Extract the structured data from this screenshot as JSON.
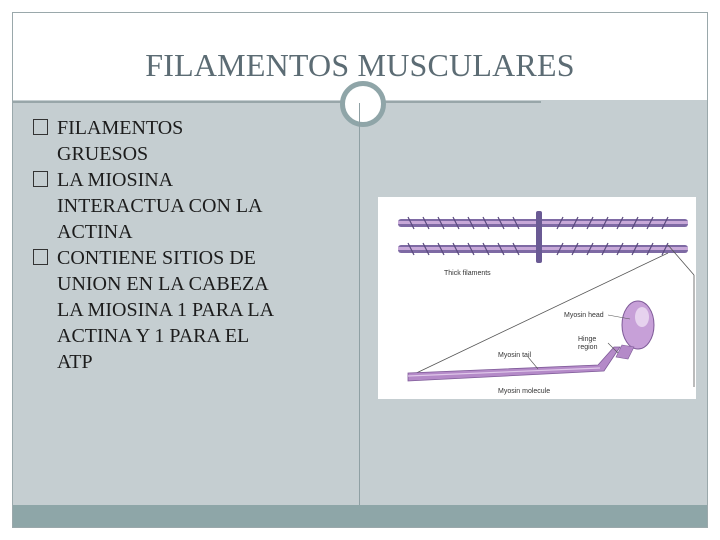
{
  "slide": {
    "title": "FILAMENTOS MUSCULARES",
    "bullets": [
      {
        "lines": [
          "FILAMENTOS",
          "GRUESOS"
        ]
      },
      {
        "lines": [
          "LA MIOSINA",
          "INTERACTUA CON LA",
          "ACTINA"
        ]
      },
      {
        "lines": [
          "CONTIENE SITIOS DE",
          "UNION EN LA CABEZA",
          "LA MIOSINA  1 PARA LA",
          "ACTINA Y  1 PARA EL",
          "ATP"
        ]
      }
    ]
  },
  "figure": {
    "labels": {
      "thick_filaments": "Thick filaments",
      "myosin_head": "Myosin head",
      "hinge_region_1": "Hinge",
      "hinge_region_2": "region",
      "myosin_tail": "Myosin tail",
      "myosin_molecule": "Myosin molecule"
    }
  },
  "colors": {
    "filament": "#7e6aa4",
    "filament_light": "#c7a8d8",
    "frame_accent": "#8ea6a8"
  }
}
